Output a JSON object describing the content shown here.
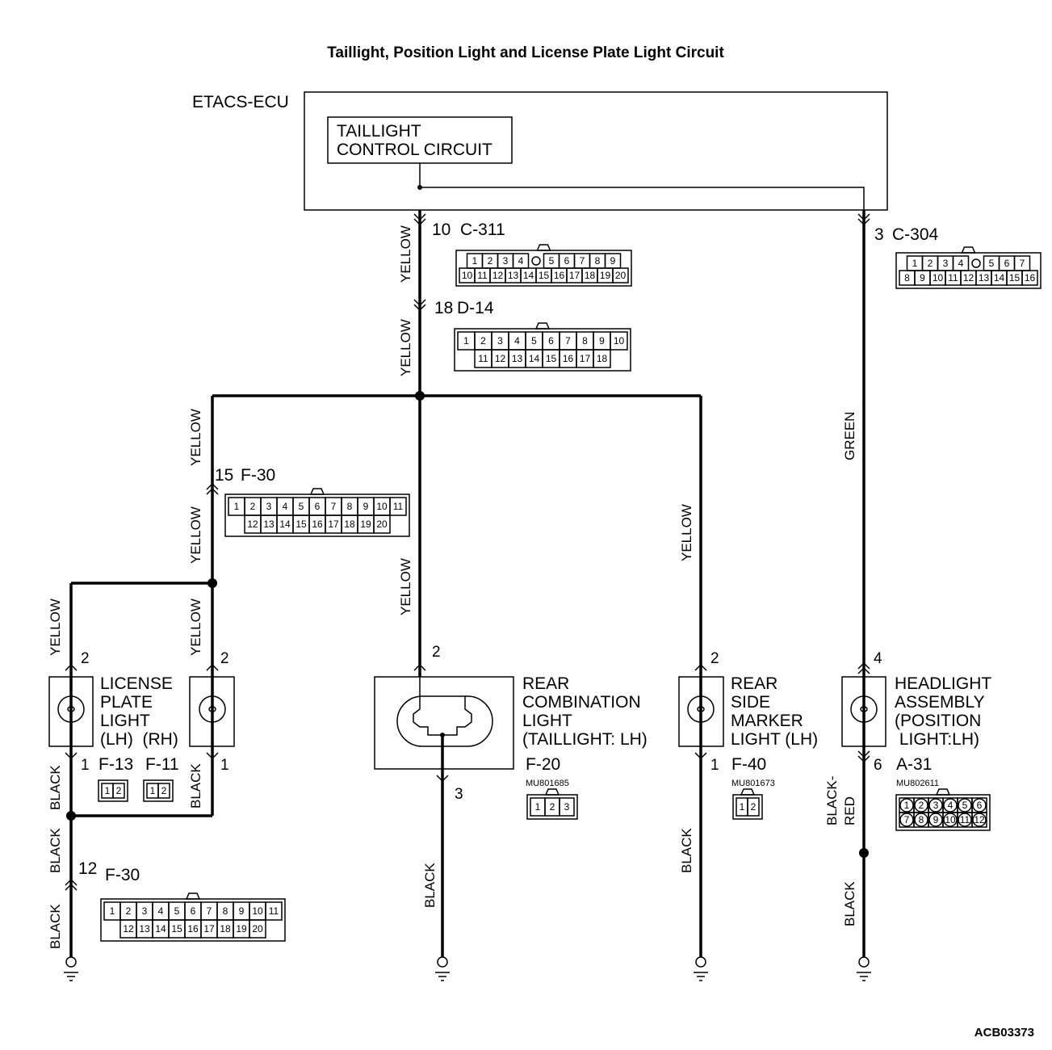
{
  "title": "Taillight, Position Light and License Plate Light Circuit",
  "ecu": {
    "name": "ETACS-ECU",
    "circuit_line1": "TAILLIGHT",
    "circuit_line2": "CONTROL CIRCUIT"
  },
  "connectors": {
    "c311": {
      "pin": "10",
      "name": "C-311",
      "row1": [
        "1",
        "2",
        "3",
        "4",
        "",
        "5",
        "6",
        "7",
        "8",
        "9"
      ],
      "row2": [
        "10",
        "11",
        "12",
        "13",
        "14",
        "15",
        "16",
        "17",
        "18",
        "19",
        "20"
      ]
    },
    "c304": {
      "pin": "3",
      "name": "C-304",
      "row1": [
        "1",
        "2",
        "3",
        "4",
        "",
        "5",
        "6",
        "7"
      ],
      "row2": [
        "8",
        "9",
        "10",
        "11",
        "12",
        "13",
        "14",
        "15",
        "16"
      ]
    },
    "d14": {
      "pin": "18",
      "name": "D-14",
      "row1": [
        "1",
        "2",
        "3",
        "4",
        "5",
        "6",
        "7",
        "8",
        "9",
        "10"
      ],
      "row2": [
        "11",
        "12",
        "13",
        "14",
        "15",
        "16",
        "17",
        "18"
      ]
    },
    "f30_top": {
      "pin": "15",
      "name": "F-30",
      "row1": [
        "1",
        "2",
        "3",
        "4",
        "5",
        "6",
        "7",
        "8",
        "9",
        "10",
        "11"
      ],
      "row2": [
        "12",
        "13",
        "14",
        "15",
        "16",
        "17",
        "18",
        "19",
        "20"
      ]
    },
    "f30_bottom": {
      "pin": "12",
      "name": "F-30",
      "row1": [
        "1",
        "2",
        "3",
        "4",
        "5",
        "6",
        "7",
        "8",
        "9",
        "10",
        "11"
      ],
      "row2": [
        "12",
        "13",
        "14",
        "15",
        "16",
        "17",
        "18",
        "19",
        "20"
      ]
    },
    "f13": {
      "name": "F-13",
      "cells": [
        "1",
        "2"
      ]
    },
    "f11": {
      "name": "F-11",
      "cells": [
        "1",
        "2"
      ]
    },
    "f20": {
      "name": "F-20",
      "part": "MU801685",
      "cells": [
        "1",
        "2",
        "3"
      ]
    },
    "f40": {
      "name": "F-40",
      "part": "MU801673",
      "cells": [
        "1",
        "2"
      ]
    },
    "a31": {
      "name": "A-31",
      "part": "MU802611",
      "row1": [
        "1",
        "2",
        "3",
        "4",
        "5",
        "6"
      ],
      "row2": [
        "7",
        "8",
        "9",
        "10",
        "11",
        "12"
      ]
    }
  },
  "loads": {
    "license": {
      "line1": "LICENSE",
      "line2": "PLATE",
      "line3": "LIGHT",
      "line4": "(LH)  (RH)",
      "pin_in_lh": "2",
      "pin_in_rh": "2",
      "pin_out_lh": "1",
      "pin_out_rh": "1"
    },
    "rear_combo": {
      "line1": "REAR",
      "line2": "COMBINATION",
      "line3": "LIGHT",
      "line4": "(TAILLIGHT: LH)",
      "pin_in": "2",
      "pin_out": "3"
    },
    "side_marker": {
      "line1": "REAR",
      "line2": "SIDE",
      "line3": "MARKER",
      "line4": "LIGHT (LH)",
      "pin_in": "2",
      "pin_out": "1"
    },
    "headlight": {
      "line1": "HEADLIGHT",
      "line2": "ASSEMBLY",
      "line3": "(POSITION",
      "line4": " LIGHT:LH)",
      "pin_in": "4",
      "pin_out": "6"
    }
  },
  "wires": {
    "yellow": "YELLOW",
    "green": "GREEN",
    "black": "BLACK",
    "black_red_1": "BLACK-",
    "black_red_2": "RED"
  },
  "figure_code": "ACB03373"
}
